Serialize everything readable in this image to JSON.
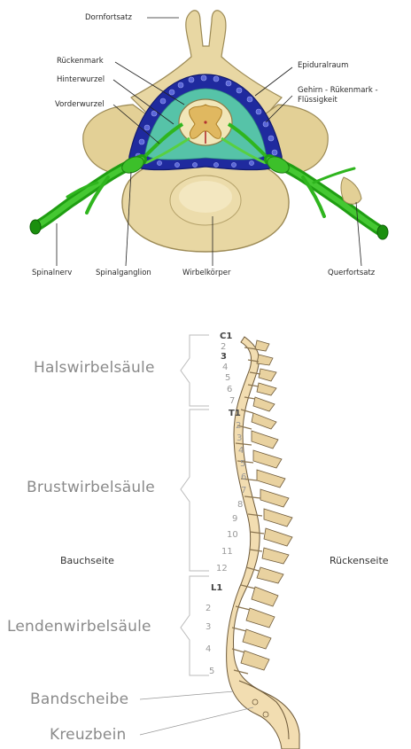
{
  "cross_section": {
    "labels": {
      "dornfortsatz": "Dornfortsatz",
      "rueckenmark": "Rückenmark",
      "hinterwurzel": "Hinterwurzel",
      "vorderwurzel": "Vorderwurzel",
      "epiduralraum": "Epiduralraum",
      "fluessigkeit_line1": "Gehirn - Rükenmark -",
      "fluessigkeit_line2": "Flüssigkeit",
      "spinalnerv": "Spinalnerv",
      "spinalganglion": "Spinalganglion",
      "wirbelkoerper": "Wirbelkörper",
      "querfortsatz": "Querfortsatz"
    },
    "colors": {
      "bone": "#e8d7a3",
      "bone_outline": "#9c8a55",
      "dura_blue": "#1f2a9e",
      "csf_teal": "#56c3a8",
      "nerve_green": "#2fb51e",
      "cord": "#f1e6b8"
    }
  },
  "spine": {
    "regions": {
      "cervical": "Halswirbelsäule",
      "thoracic": "Brustwirbelsäule",
      "lumbar": "Lendenwirbelsäule",
      "disc": "Bandscheibe",
      "sacrum": "Kreuzbein"
    },
    "sides": {
      "front": "Bauchseite",
      "back": "Rückenseite"
    },
    "vertebra_numbers": {
      "cervical": [
        "C1",
        "2",
        "3",
        "4",
        "5",
        "6",
        "7"
      ],
      "thoracic": [
        "T1",
        "2",
        "3",
        "4",
        "5",
        "6",
        "7",
        "8",
        "9",
        "10",
        "11",
        "12"
      ],
      "lumbar": [
        "L1",
        "2",
        "3",
        "4",
        "5"
      ]
    },
    "colors": {
      "vertebra": "#f2ddb1",
      "vertebra_outline": "#6e5a3a",
      "bracket": "#bbbbbb"
    }
  }
}
